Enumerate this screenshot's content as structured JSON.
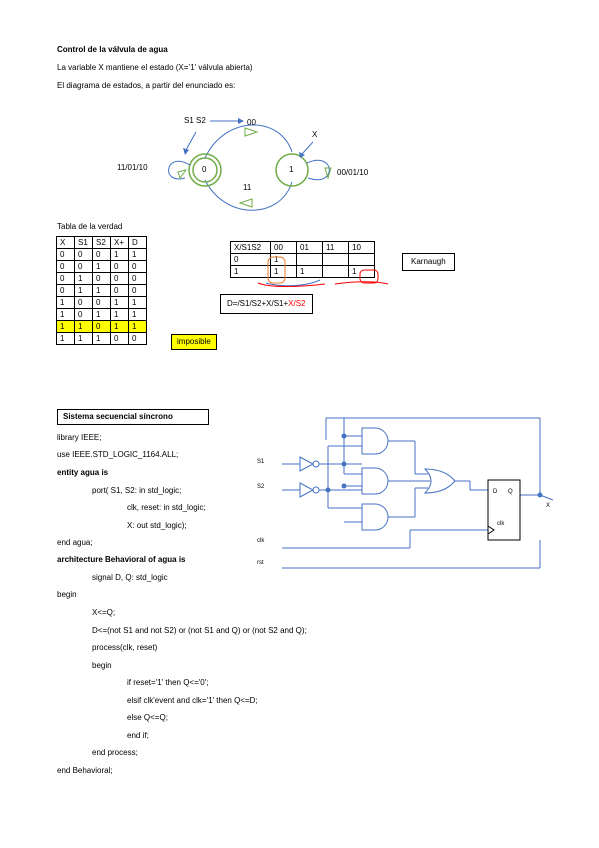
{
  "header": {
    "title": "Control de la válvula de agua",
    "line1": "La variable X mantiene el estado (X=’1’  válvula abierta)",
    "line2": "El diagrama de estados, a partir del enunciado es:"
  },
  "state_diagram": {
    "input_label": "S1 S2",
    "top_transition": "00",
    "output_label": "X",
    "state0": "0",
    "state1": "1",
    "bottom_transition": "11",
    "self_loop_0": "11/01/10",
    "self_loop_1": "00/01/10"
  },
  "truth_table": {
    "title": "Tabla de la verdad",
    "headers": [
      "X",
      "S1",
      "S2",
      "X+",
      "D"
    ],
    "rows": [
      [
        "0",
        "0",
        "0",
        "1",
        "1"
      ],
      [
        "0",
        "0",
        "1",
        "0",
        "0"
      ],
      [
        "0",
        "1",
        "0",
        "0",
        "0"
      ],
      [
        "0",
        "1",
        "1",
        "0",
        "0"
      ],
      [
        "1",
        "0",
        "0",
        "1",
        "1"
      ],
      [
        "1",
        "0",
        "1",
        "1",
        "1"
      ],
      [
        "1",
        "1",
        "0",
        "1",
        "1"
      ],
      [
        "1",
        "1",
        "1",
        "0",
        "0"
      ]
    ],
    "highlight_row": 6,
    "impossible_label": "imposible"
  },
  "karnaugh": {
    "headers": [
      "X/S1S2",
      "00",
      "01",
      "11",
      "10"
    ],
    "rows": [
      [
        "0",
        "1",
        "",
        "",
        ""
      ],
      [
        "1",
        "1",
        "1",
        "",
        "1"
      ]
    ],
    "label": "Karnaugh",
    "equation_black": "D=/S1/S2+X/S1+",
    "equation_red": "X/S2"
  },
  "circuit": {
    "section_title": "Sistema secuencial síncrono",
    "in_s1": "S1",
    "in_s2": "S2",
    "in_clk": "clk",
    "in_rst": "rst",
    "ff_d": "D",
    "ff_q": "Q",
    "ff_clk": "clk",
    "out_x": "X"
  },
  "code": [
    "library IEEE;",
    "use IEEE.STD_LOGIC_1164.ALL;",
    "entity agua is",
    "port( S1, S2: in std_logic;",
    "clk, reset: in std_logic;",
    "X: out std_logic);",
    "end agua;",
    "architecture Behavioral of agua is",
    "signal D, Q: std_logic",
    "begin",
    "X<=Q;",
    "D<=(not S1 and not S2) or (not S1 and Q) or (not S2 and Q);",
    "process(clk, reset)",
    "begin",
    "if reset='1' then Q<='0';",
    "elsif clk'event and clk='1' then Q<=D;",
    "else Q<=Q;",
    "end if;",
    "end process;",
    "end Behavioral;"
  ],
  "colors": {
    "state_circle": "#70ad47",
    "arrow_blue": "#4472c4",
    "highlight": "#ffff00",
    "red": "#ff0000",
    "wire_blue": "#4472c4"
  }
}
